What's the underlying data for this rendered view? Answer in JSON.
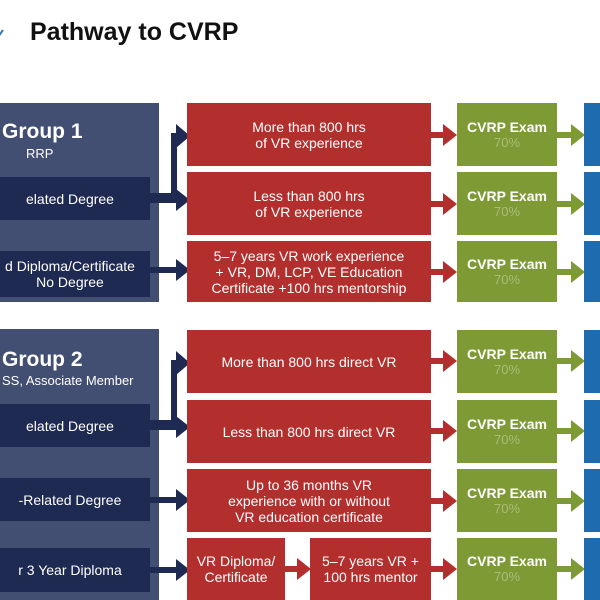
{
  "title": "Pathway to CVRP",
  "exam": {
    "label": "CVRP Exam",
    "pass_rate": "70%"
  },
  "groups": [
    {
      "title": "Group 1",
      "subtitle": "RRP",
      "paths": [
        {
          "qualification": [
            "elated Degree"
          ],
          "requirement": [
            "More than 800 hrs",
            "of VR experience"
          ]
        },
        {
          "qualification": [
            "d Diploma/Certificate",
            "No Degree"
          ],
          "requirement": [
            "Less than 800 hrs",
            "of VR experience"
          ]
        },
        {
          "requirement": [
            "5–7 years VR work experience",
            "+ VR, DM, LCP, VE Education",
            "Certificate +100 hrs mentorship"
          ]
        }
      ]
    },
    {
      "title": "Group 2",
      "subtitle": "SS, Associate Member",
      "paths": [
        {
          "qualification": [
            "elated Degree"
          ],
          "requirement": [
            "More than 800 hrs direct VR"
          ]
        },
        {
          "qualification": [
            "-Related Degree"
          ],
          "requirement": [
            "Less than 800 hrs direct VR"
          ]
        },
        {
          "qualification": [
            "r 3 Year Diploma"
          ],
          "requirement": [
            "Up to 36 months VR",
            "experience with or without",
            "VR education certificate"
          ]
        },
        {
          "requirement_steps": [
            [
              "VR Diploma/",
              "Certificate"
            ],
            [
              "5–7 years VR +",
              "100 hrs mentor"
            ]
          ]
        }
      ]
    }
  ]
}
